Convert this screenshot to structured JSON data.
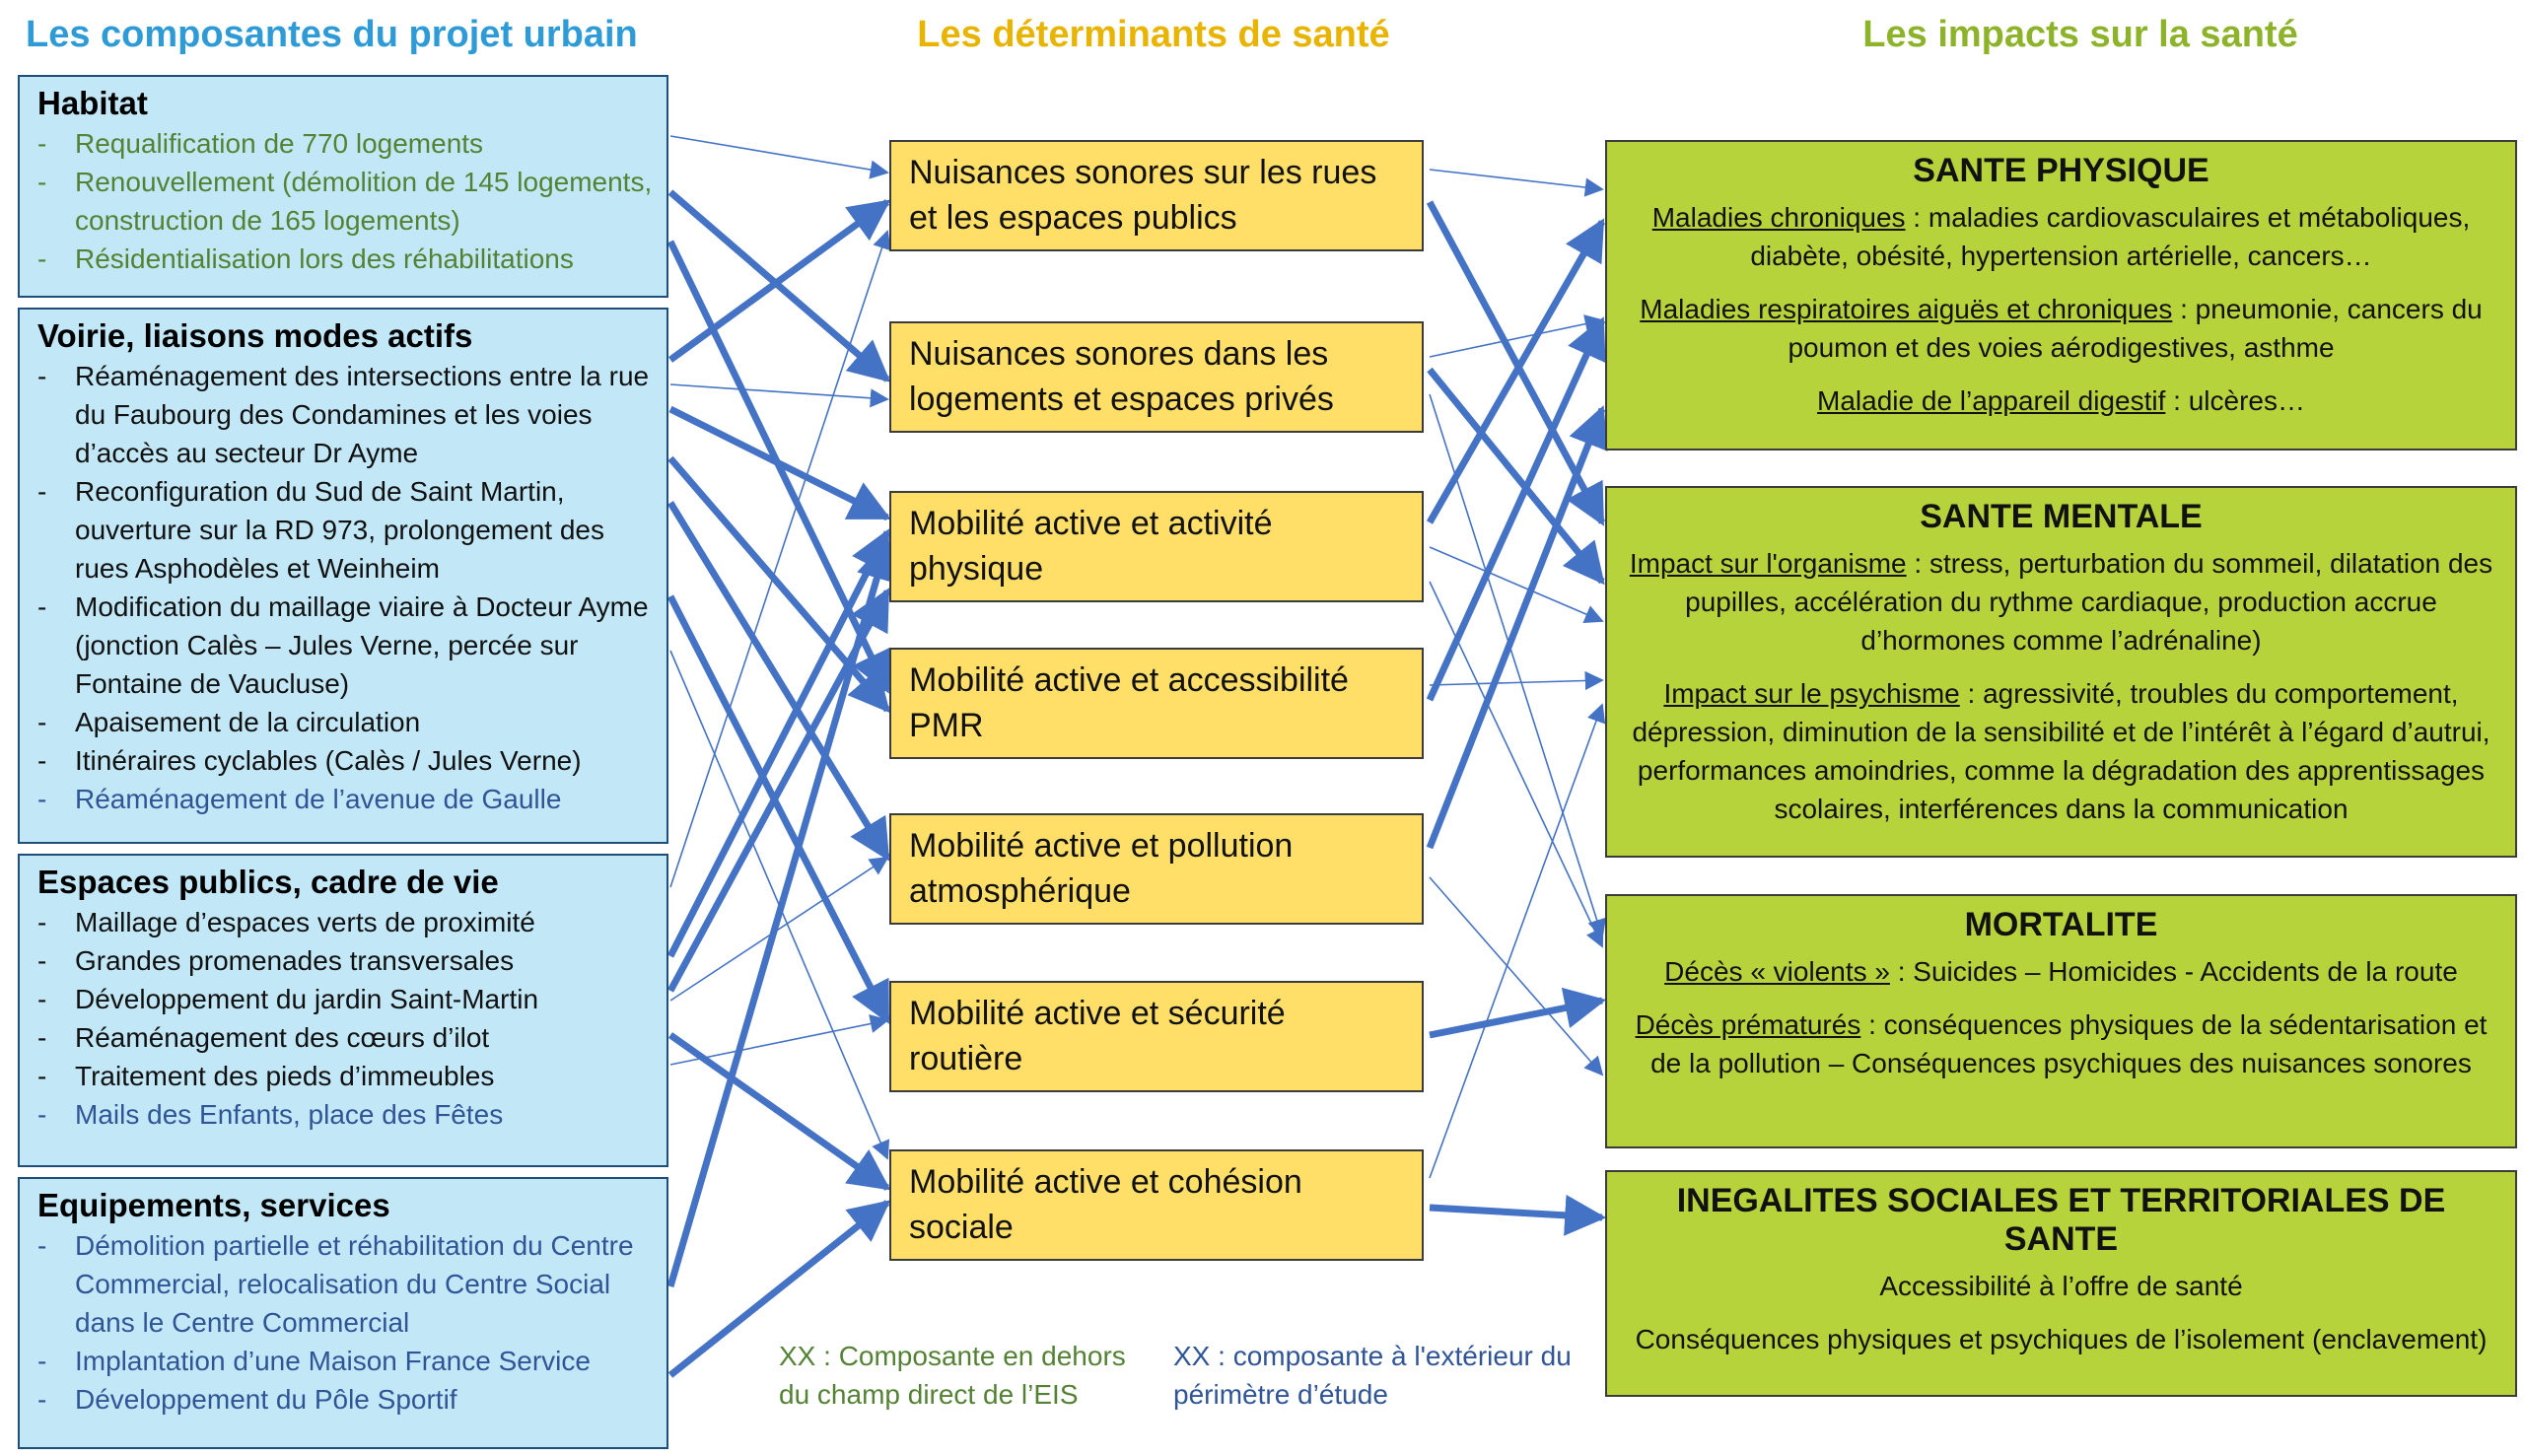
{
  "titles": {
    "composantes": "Les composantes du projet urbain",
    "determinants": "Les déterminants de santé",
    "impacts": "Les impacts sur la santé"
  },
  "composantes": [
    {
      "title": "Habitat",
      "items": [
        {
          "text": "Requalification de 770 logements",
          "color": "green"
        },
        {
          "text": "Renouvellement (démolition de 145 logements, construction de 165 logements)",
          "color": "green"
        },
        {
          "text": "Résidentialisation lors des réhabilitations",
          "color": "green"
        }
      ]
    },
    {
      "title": "Voirie, liaisons modes actifs",
      "items": [
        {
          "text": "Réaménagement des intersections entre la rue du Faubourg des Condamines et les voies d’accès au secteur Dr Ayme",
          "color": "black"
        },
        {
          "text": "Reconfiguration du Sud de Saint Martin, ouverture sur la RD 973, prolongement des rues Asphodèles et Weinheim",
          "color": "black"
        },
        {
          "text": "Modification du maillage viaire à Docteur Ayme (jonction Calès – Jules Verne, percée sur Fontaine de Vaucluse)",
          "color": "black"
        },
        {
          "text": "Apaisement de la circulation",
          "color": "black"
        },
        {
          "text": "Itinéraires cyclables (Calès / Jules Verne)",
          "color": "black"
        },
        {
          "text": "Réaménagement de l’avenue de Gaulle",
          "color": "blue"
        }
      ]
    },
    {
      "title": "Espaces publics, cadre de vie",
      "items": [
        {
          "text": "Maillage d’espaces verts de proximité",
          "color": "black"
        },
        {
          "text": "Grandes promenades transversales",
          "color": "black"
        },
        {
          "text": "Développement du jardin Saint-Martin",
          "color": "black"
        },
        {
          "text": "Réaménagement des cœurs d’ilot",
          "color": "black"
        },
        {
          "text": "Traitement des pieds d’immeubles",
          "color": "black"
        },
        {
          "text": "Mails des Enfants, place des Fêtes",
          "color": "blue"
        }
      ]
    },
    {
      "title": "Equipements, services",
      "items": [
        {
          "text": "Démolition partielle et réhabilitation du Centre Commercial, relocalisation du Centre Social dans le Centre Commercial",
          "color": "blue"
        },
        {
          "text": "Implantation d’une Maison France Service",
          "color": "blue"
        },
        {
          "text": "Développement du Pôle Sportif",
          "color": "blue"
        }
      ]
    }
  ],
  "determinants": [
    "Nuisances sonores sur les rues et les espaces publics",
    "Nuisances sonores dans les logements et espaces privés",
    "Mobilité active et activité physique",
    "Mobilité active et accessibilité PMR",
    "Mobilité active et pollution atmosphérique",
    "Mobilité active et sécurité routière",
    "Mobilité active et cohésion sociale"
  ],
  "impacts": [
    {
      "title": "SANTE PHYSIQUE",
      "paragraphs": [
        {
          "label": "Maladies chroniques",
          "text": " : maladies cardiovasculaires et métaboliques, diabète, obésité, hypertension artérielle, cancers…"
        },
        {
          "label": "Maladies respiratoires aiguës et chroniques",
          "text": "  : pneumonie, cancers du poumon et des voies aérodigestives, asthme"
        },
        {
          "label": "Maladie de l’appareil digestif",
          "text": " : ulcères…"
        }
      ]
    },
    {
      "title": "SANTE MENTALE",
      "paragraphs": [
        {
          "label": "Impact sur l'organisme",
          "text": "  : stress, perturbation du sommeil, dilatation des pupilles, accélération du rythme cardiaque, production accrue d’hormones comme l’adrénaline)"
        },
        {
          "label": "Impact sur le psychisme",
          "text": "  : agressivité, troubles du comportement, dépression, diminution de la sensibilité et de l’intérêt à l’égard d’autrui, performances amoindries, comme la dégradation des apprentissages scolaires, interférences dans la communication"
        }
      ]
    },
    {
      "title": "MORTALITE",
      "paragraphs": [
        {
          "label": "Décès « violents »",
          "text": " : Suicides – Homicides - Accidents de la route"
        },
        {
          "label": "Décès prématurés",
          "text": " : conséquences physiques de la sédentarisation et de la pollution – Conséquences psychiques des nuisances sonores"
        }
      ]
    },
    {
      "title": "INEGALITES SOCIALES ET TERRITORIALES DE SANTE",
      "paragraphs": [
        {
          "label": "",
          "text": "Accessibilité à l’offre de santé"
        },
        {
          "label": "",
          "text": "Conséquences physiques et psychiques de l’isolement (enclavement)"
        }
      ]
    }
  ],
  "legend": {
    "green": "XX : Composante en dehors du champ direct de l’EIS",
    "blue": "XX : composante à l'extérieur du périmètre d’étude"
  },
  "colors": {
    "composante_bg": "#C2E8F7",
    "determinant_bg": "#FFDF68",
    "impact_bg": "#B7D33B",
    "arrow": "#4472C4",
    "title_composantes": "#2E9BD6",
    "title_determinants": "#E8B400",
    "title_impacts": "#8DB32B"
  }
}
